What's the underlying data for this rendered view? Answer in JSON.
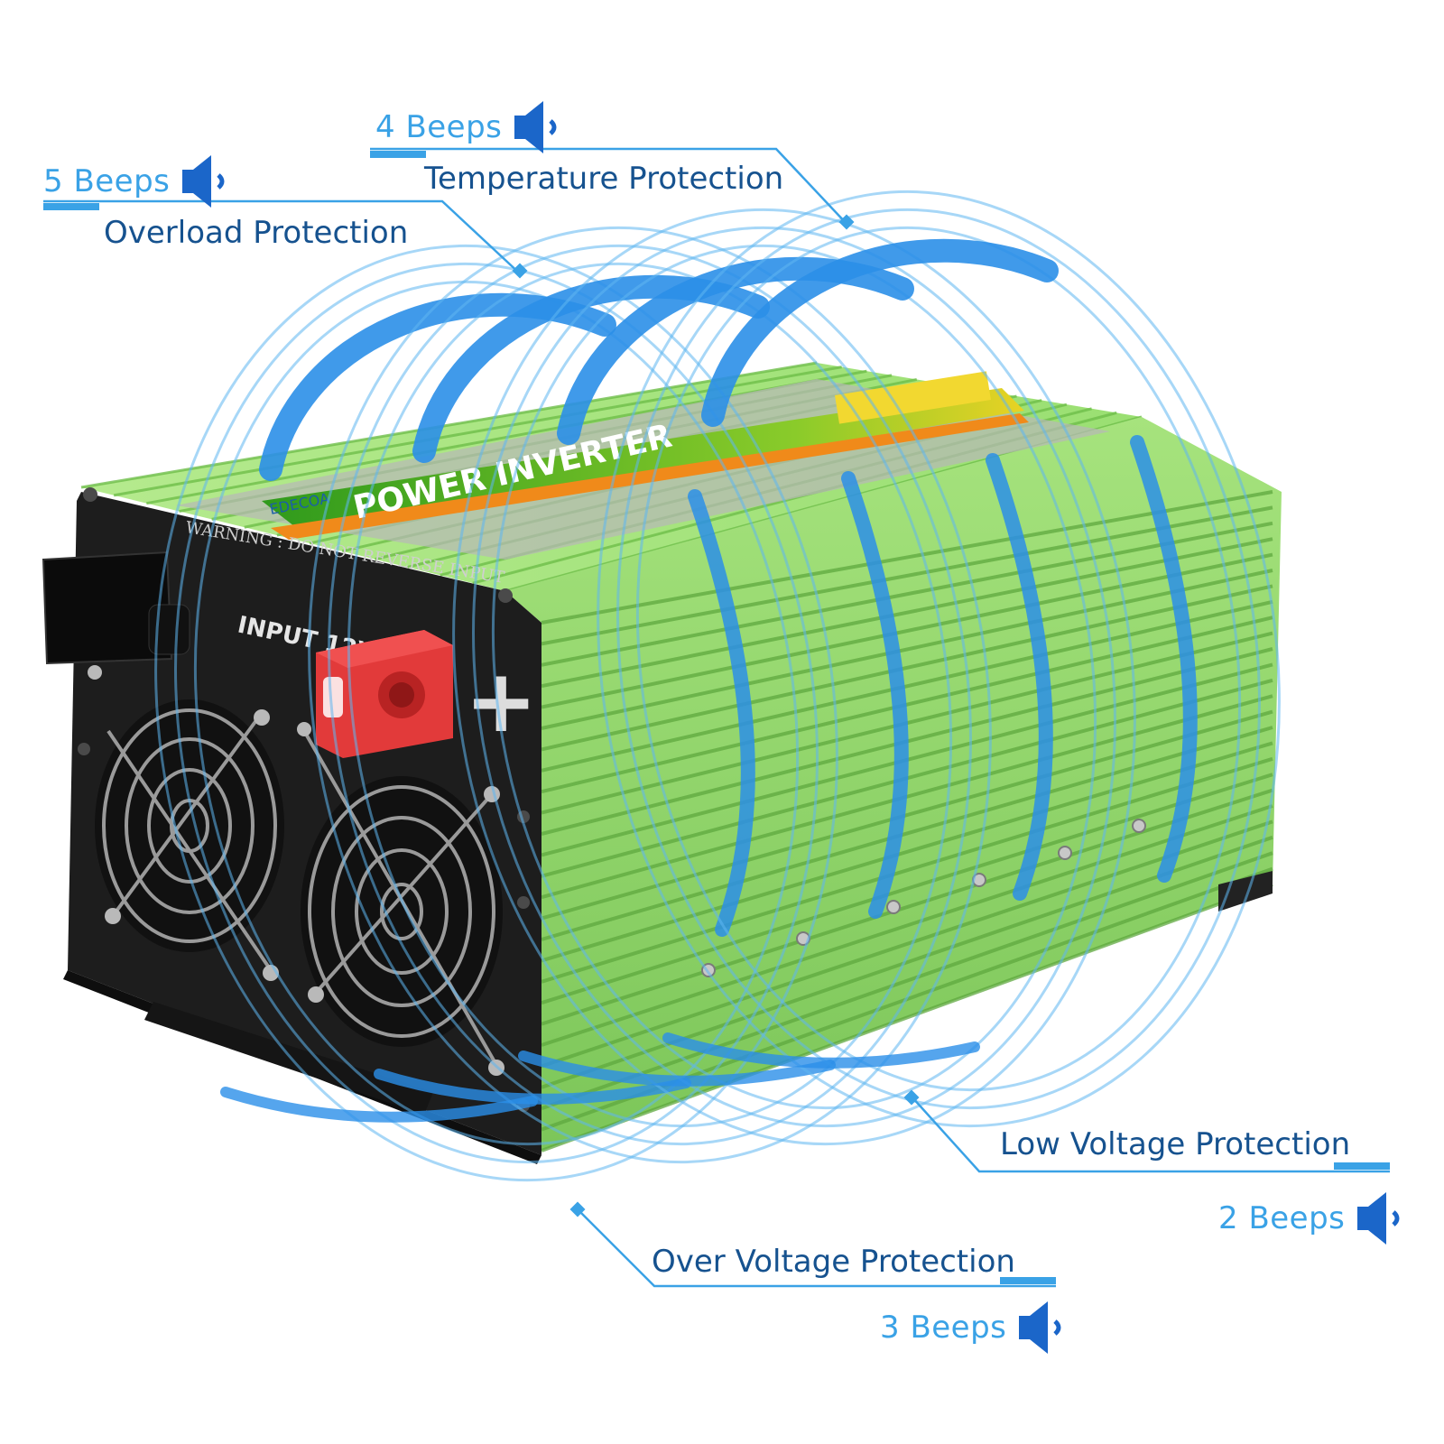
{
  "colors": {
    "label_blue": "#16528f",
    "beeps_blue": "#3aa2e6",
    "wave_blue": "#2b8fe8",
    "heatsink_green": "#8fd66a",
    "faceplate_black": "#1d1d1d",
    "terminal_red": "#e23a3a"
  },
  "callouts": [
    {
      "id": "overload",
      "beeps": "5 Beeps",
      "title": "Overload Protection",
      "icon": "speaker-icon"
    },
    {
      "id": "temperature",
      "beeps": "4 Beeps",
      "title": "Temperature Protection",
      "icon": "speaker-icon"
    },
    {
      "id": "low-voltage",
      "beeps": "2 Beeps",
      "title": "Low Voltage Protection",
      "icon": "speaker-icon"
    },
    {
      "id": "over-voltage",
      "beeps": "3 Beeps",
      "title": "Over Voltage Protection",
      "icon": "speaker-icon"
    }
  ],
  "device": {
    "warning_text": "WARNING : DO NOT  REVERSE  INPUT",
    "input_label": "INPUT 12V",
    "brand_text": "EDECOA",
    "product_text": "POWER INVERTER",
    "plus_symbol": "+"
  }
}
